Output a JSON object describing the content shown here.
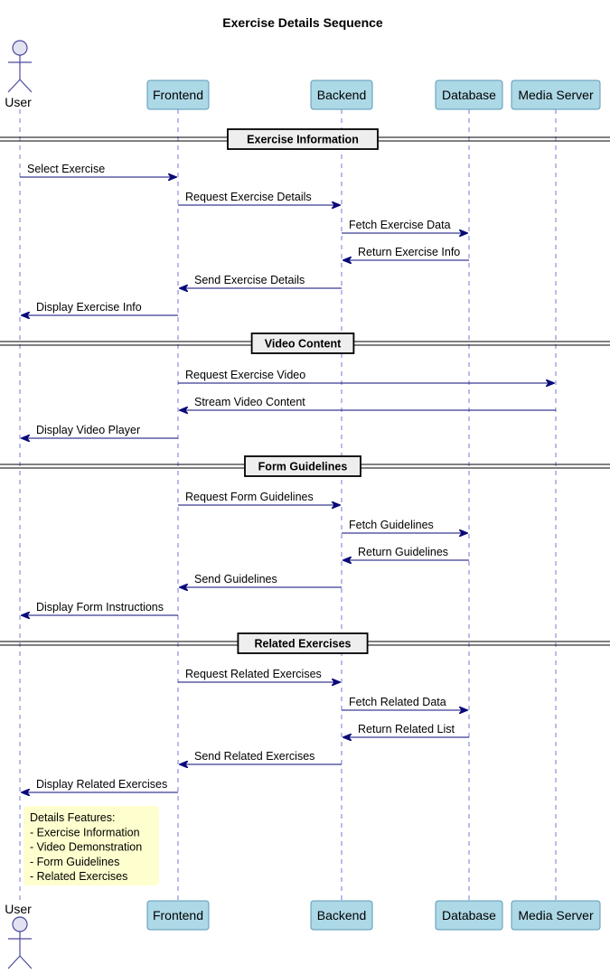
{
  "title": "Exercise Details Sequence",
  "colors": {
    "participant_fill": "#add8e6",
    "participant_stroke": "#5b9ab8",
    "actor_fill": "#e2e2f0",
    "actor_stroke": "#4a4a9e",
    "lifeline": "#4a4ac8",
    "arrow": "#0a0a7a",
    "divider_fill": "#eeeeee",
    "note_fill": "#fefece"
  },
  "participants": [
    {
      "id": "user",
      "name": "User",
      "kind": "actor"
    },
    {
      "id": "frontend",
      "name": "Frontend",
      "kind": "participant"
    },
    {
      "id": "backend",
      "name": "Backend",
      "kind": "participant"
    },
    {
      "id": "database",
      "name": "Database",
      "kind": "participant"
    },
    {
      "id": "media",
      "name": "Media Server",
      "kind": "participant"
    }
  ],
  "sequence": [
    {
      "type": "divider",
      "label": "Exercise Information"
    },
    {
      "type": "message",
      "from": "user",
      "to": "frontend",
      "label": "Select Exercise"
    },
    {
      "type": "message",
      "from": "frontend",
      "to": "backend",
      "label": "Request Exercise Details"
    },
    {
      "type": "message",
      "from": "backend",
      "to": "database",
      "label": "Fetch Exercise Data"
    },
    {
      "type": "message",
      "from": "database",
      "to": "backend",
      "label": "Return Exercise Info"
    },
    {
      "type": "message",
      "from": "backend",
      "to": "frontend",
      "label": "Send Exercise Details"
    },
    {
      "type": "message",
      "from": "frontend",
      "to": "user",
      "label": "Display Exercise Info"
    },
    {
      "type": "divider",
      "label": "Video Content"
    },
    {
      "type": "message",
      "from": "frontend",
      "to": "media",
      "label": "Request Exercise Video"
    },
    {
      "type": "message",
      "from": "media",
      "to": "frontend",
      "label": "Stream Video Content"
    },
    {
      "type": "message",
      "from": "frontend",
      "to": "user",
      "label": "Display Video Player"
    },
    {
      "type": "divider",
      "label": "Form Guidelines"
    },
    {
      "type": "message",
      "from": "frontend",
      "to": "backend",
      "label": "Request Form Guidelines"
    },
    {
      "type": "message",
      "from": "backend",
      "to": "database",
      "label": "Fetch Guidelines"
    },
    {
      "type": "message",
      "from": "database",
      "to": "backend",
      "label": "Return Guidelines"
    },
    {
      "type": "message",
      "from": "backend",
      "to": "frontend",
      "label": "Send Guidelines"
    },
    {
      "type": "message",
      "from": "frontend",
      "to": "user",
      "label": "Display Form Instructions"
    },
    {
      "type": "divider",
      "label": "Related Exercises"
    },
    {
      "type": "message",
      "from": "frontend",
      "to": "backend",
      "label": "Request Related Exercises"
    },
    {
      "type": "message",
      "from": "backend",
      "to": "database",
      "label": "Fetch Related Data"
    },
    {
      "type": "message",
      "from": "database",
      "to": "backend",
      "label": "Return Related List"
    },
    {
      "type": "message",
      "from": "backend",
      "to": "frontend",
      "label": "Send Related Exercises"
    },
    {
      "type": "message",
      "from": "frontend",
      "to": "user",
      "label": "Display Related Exercises"
    }
  ],
  "note": {
    "lines": [
      "Details Features:",
      "- Exercise Information",
      "- Video Demonstration",
      "- Form Guidelines",
      "- Related Exercises"
    ]
  }
}
